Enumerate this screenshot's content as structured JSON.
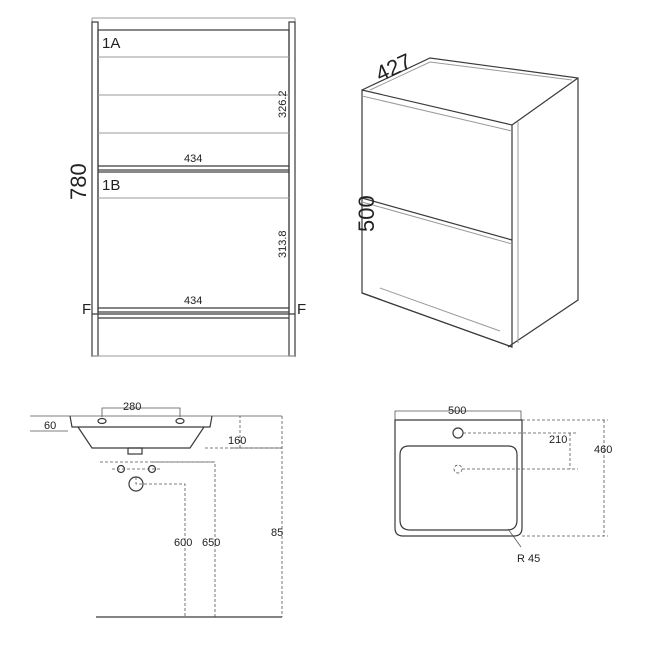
{
  "front_view": {
    "label_drawer_top": "1A",
    "label_drawer_bottom": "1B",
    "height": "780",
    "drawer_top_width": "434",
    "drawer_top_height": "326.2",
    "drawer_bottom_width": "434",
    "drawer_bottom_height": "313.8",
    "floor_left": "F",
    "floor_right": "F"
  },
  "iso_view": {
    "depth": "427",
    "height": "500"
  },
  "basin_side": {
    "tap_holes_spacing": "280",
    "rim_thickness": "60",
    "basin_depth": "160",
    "height_600": "600",
    "height_650": "650",
    "height_85": "85"
  },
  "basin_top": {
    "width": "500",
    "tap_offset": "210",
    "depth": "460",
    "radius": "R 45"
  }
}
